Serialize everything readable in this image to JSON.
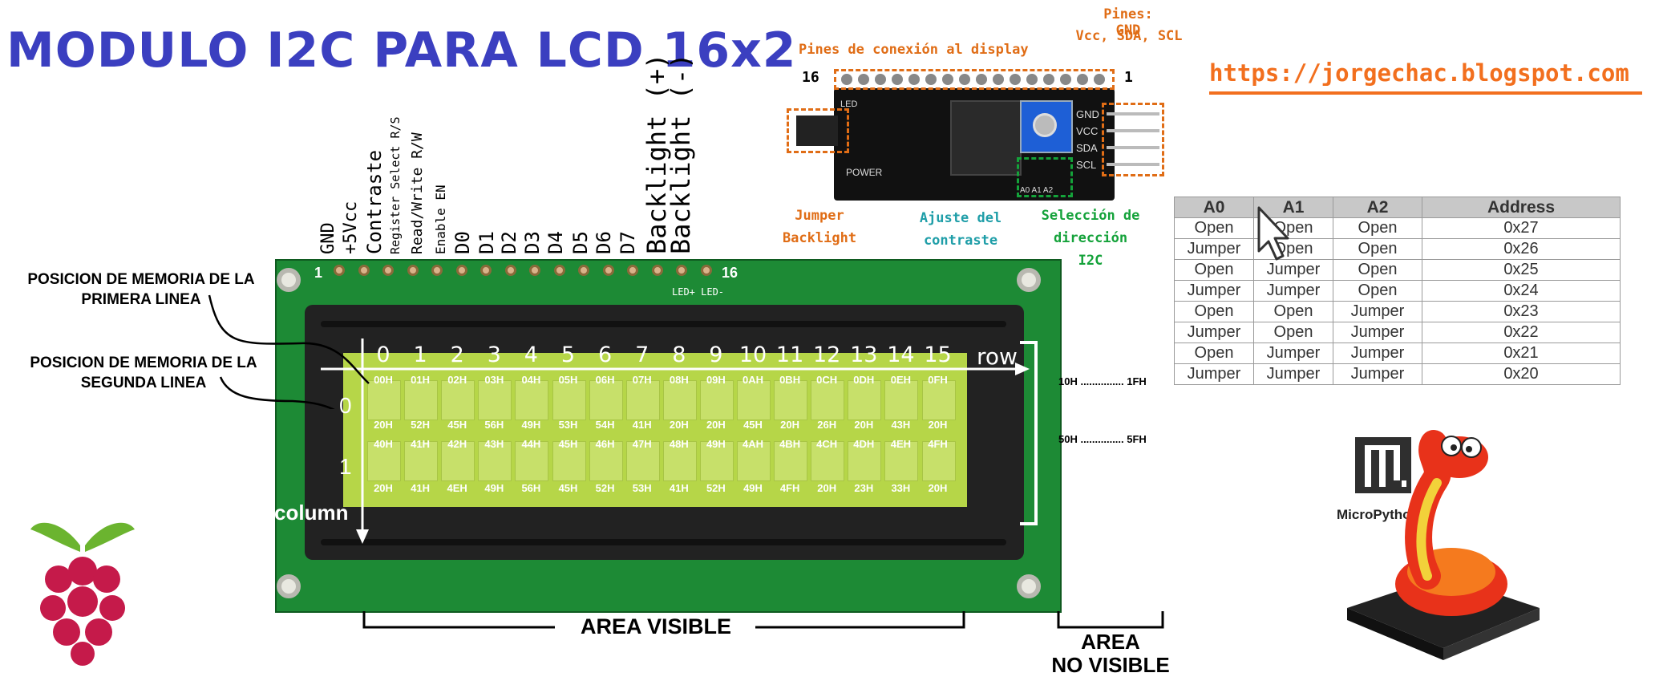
{
  "title": "MODULO I2C PARA LCD 16x2",
  "url": "https://jorgechac.blogspot.com",
  "pin_labels": [
    "GND",
    "+5Vcc",
    "Contraste",
    "Register Select R/S",
    "Read/Write R/W",
    "Enable EN",
    "D0",
    "D1",
    "D2",
    "D3",
    "D4",
    "D5",
    "D6",
    "D7",
    "Backlight (+)",
    "Backlight (-)"
  ],
  "pin_start": "1",
  "pin_end": "16",
  "led_labels": "LED+ LED-",
  "memory_first_line": "POSICION DE MEMORIA DE LA PRIMERA LINEA",
  "memory_second_line": "POSICION DE MEMORIA DE LA SEGUNDA  LINEA",
  "axis_row": "row",
  "axis_column": "column",
  "row_numbers": [
    "0",
    "1"
  ],
  "columns": [
    "0",
    "1",
    "2",
    "3",
    "4",
    "5",
    "6",
    "7",
    "8",
    "9",
    "10",
    "11",
    "12",
    "13",
    "14",
    "15"
  ],
  "line1_addr": [
    "00H",
    "01H",
    "02H",
    "03H",
    "04H",
    "05H",
    "06H",
    "07H",
    "08H",
    "09H",
    "0AH",
    "0BH",
    "0CH",
    "0DH",
    "0EH",
    "0FH"
  ],
  "line1_text": [
    "20H",
    "52H",
    "45H",
    "56H",
    "49H",
    "53H",
    "54H",
    "41H",
    "20H",
    "20H",
    "45H",
    "20H",
    "26H",
    "20H",
    "43H",
    "20H"
  ],
  "line2_addr": [
    "40H",
    "41H",
    "42H",
    "43H",
    "44H",
    "45H",
    "46H",
    "47H",
    "48H",
    "49H",
    "4AH",
    "4BH",
    "4CH",
    "4DH",
    "4EH",
    "4FH"
  ],
  "line2_text": [
    "20H",
    "41H",
    "4EH",
    "49H",
    "56H",
    "45H",
    "52H",
    "53H",
    "41H",
    "52H",
    "49H",
    "4FH",
    "20H",
    "23H",
    "33H",
    "20H"
  ],
  "hidden_line1": "10H ............... 1FH",
  "hidden_line2": "50H ............... 5FH",
  "area_visible": "AREA VISIBLE",
  "area_no_visible_1": "AREA",
  "area_no_visible_2": "NO VISIBLE",
  "module": {
    "display_pins_label": "Pines de conexión al display",
    "pins_gnd_label_1": "Pines: GND",
    "pins_gnd_label_2": "Vcc, SDA, SCL",
    "pin16": "16",
    "pin1": "1",
    "jumper_label_1": "Jumper",
    "jumper_label_2": "Backlight",
    "contrast_label_1": "Ajuste del",
    "contrast_label_2": "contraste",
    "address_label_1": "Selección de",
    "address_label_2": "dirección I2C",
    "header_pins": [
      "GND",
      "VCC",
      "SDA",
      "SCL"
    ],
    "power_label": "POWER",
    "led_label": "LED",
    "jumper_pads": "A0 A1 A2"
  },
  "address_table": {
    "headers": [
      "A0",
      "A1",
      "A2",
      "Address"
    ],
    "rows": [
      [
        "Open",
        "Open",
        "Open",
        "0x27"
      ],
      [
        "Jumper",
        "Open",
        "Open",
        "0x26"
      ],
      [
        "Open",
        "Jumper",
        "Open",
        "0x25"
      ],
      [
        "Jumper",
        "Jumper",
        "Open",
        "0x24"
      ],
      [
        "Open",
        "Open",
        "Jumper",
        "0x23"
      ],
      [
        "Jumper",
        "Open",
        "Jumper",
        "0x22"
      ],
      [
        "Open",
        "Jumper",
        "Jumper",
        "0x21"
      ],
      [
        "Jumper",
        "Jumper",
        "Jumper",
        "0x20"
      ]
    ]
  },
  "micropython_label": "MicroPython",
  "colors": {
    "title": "#3b3fc0",
    "url": "#f26f1e",
    "pcb": "#1d8a35",
    "lcd": "#b6d648",
    "module_orange": "#e06d16",
    "teal": "#1f9ea8",
    "green": "#14a23a"
  }
}
